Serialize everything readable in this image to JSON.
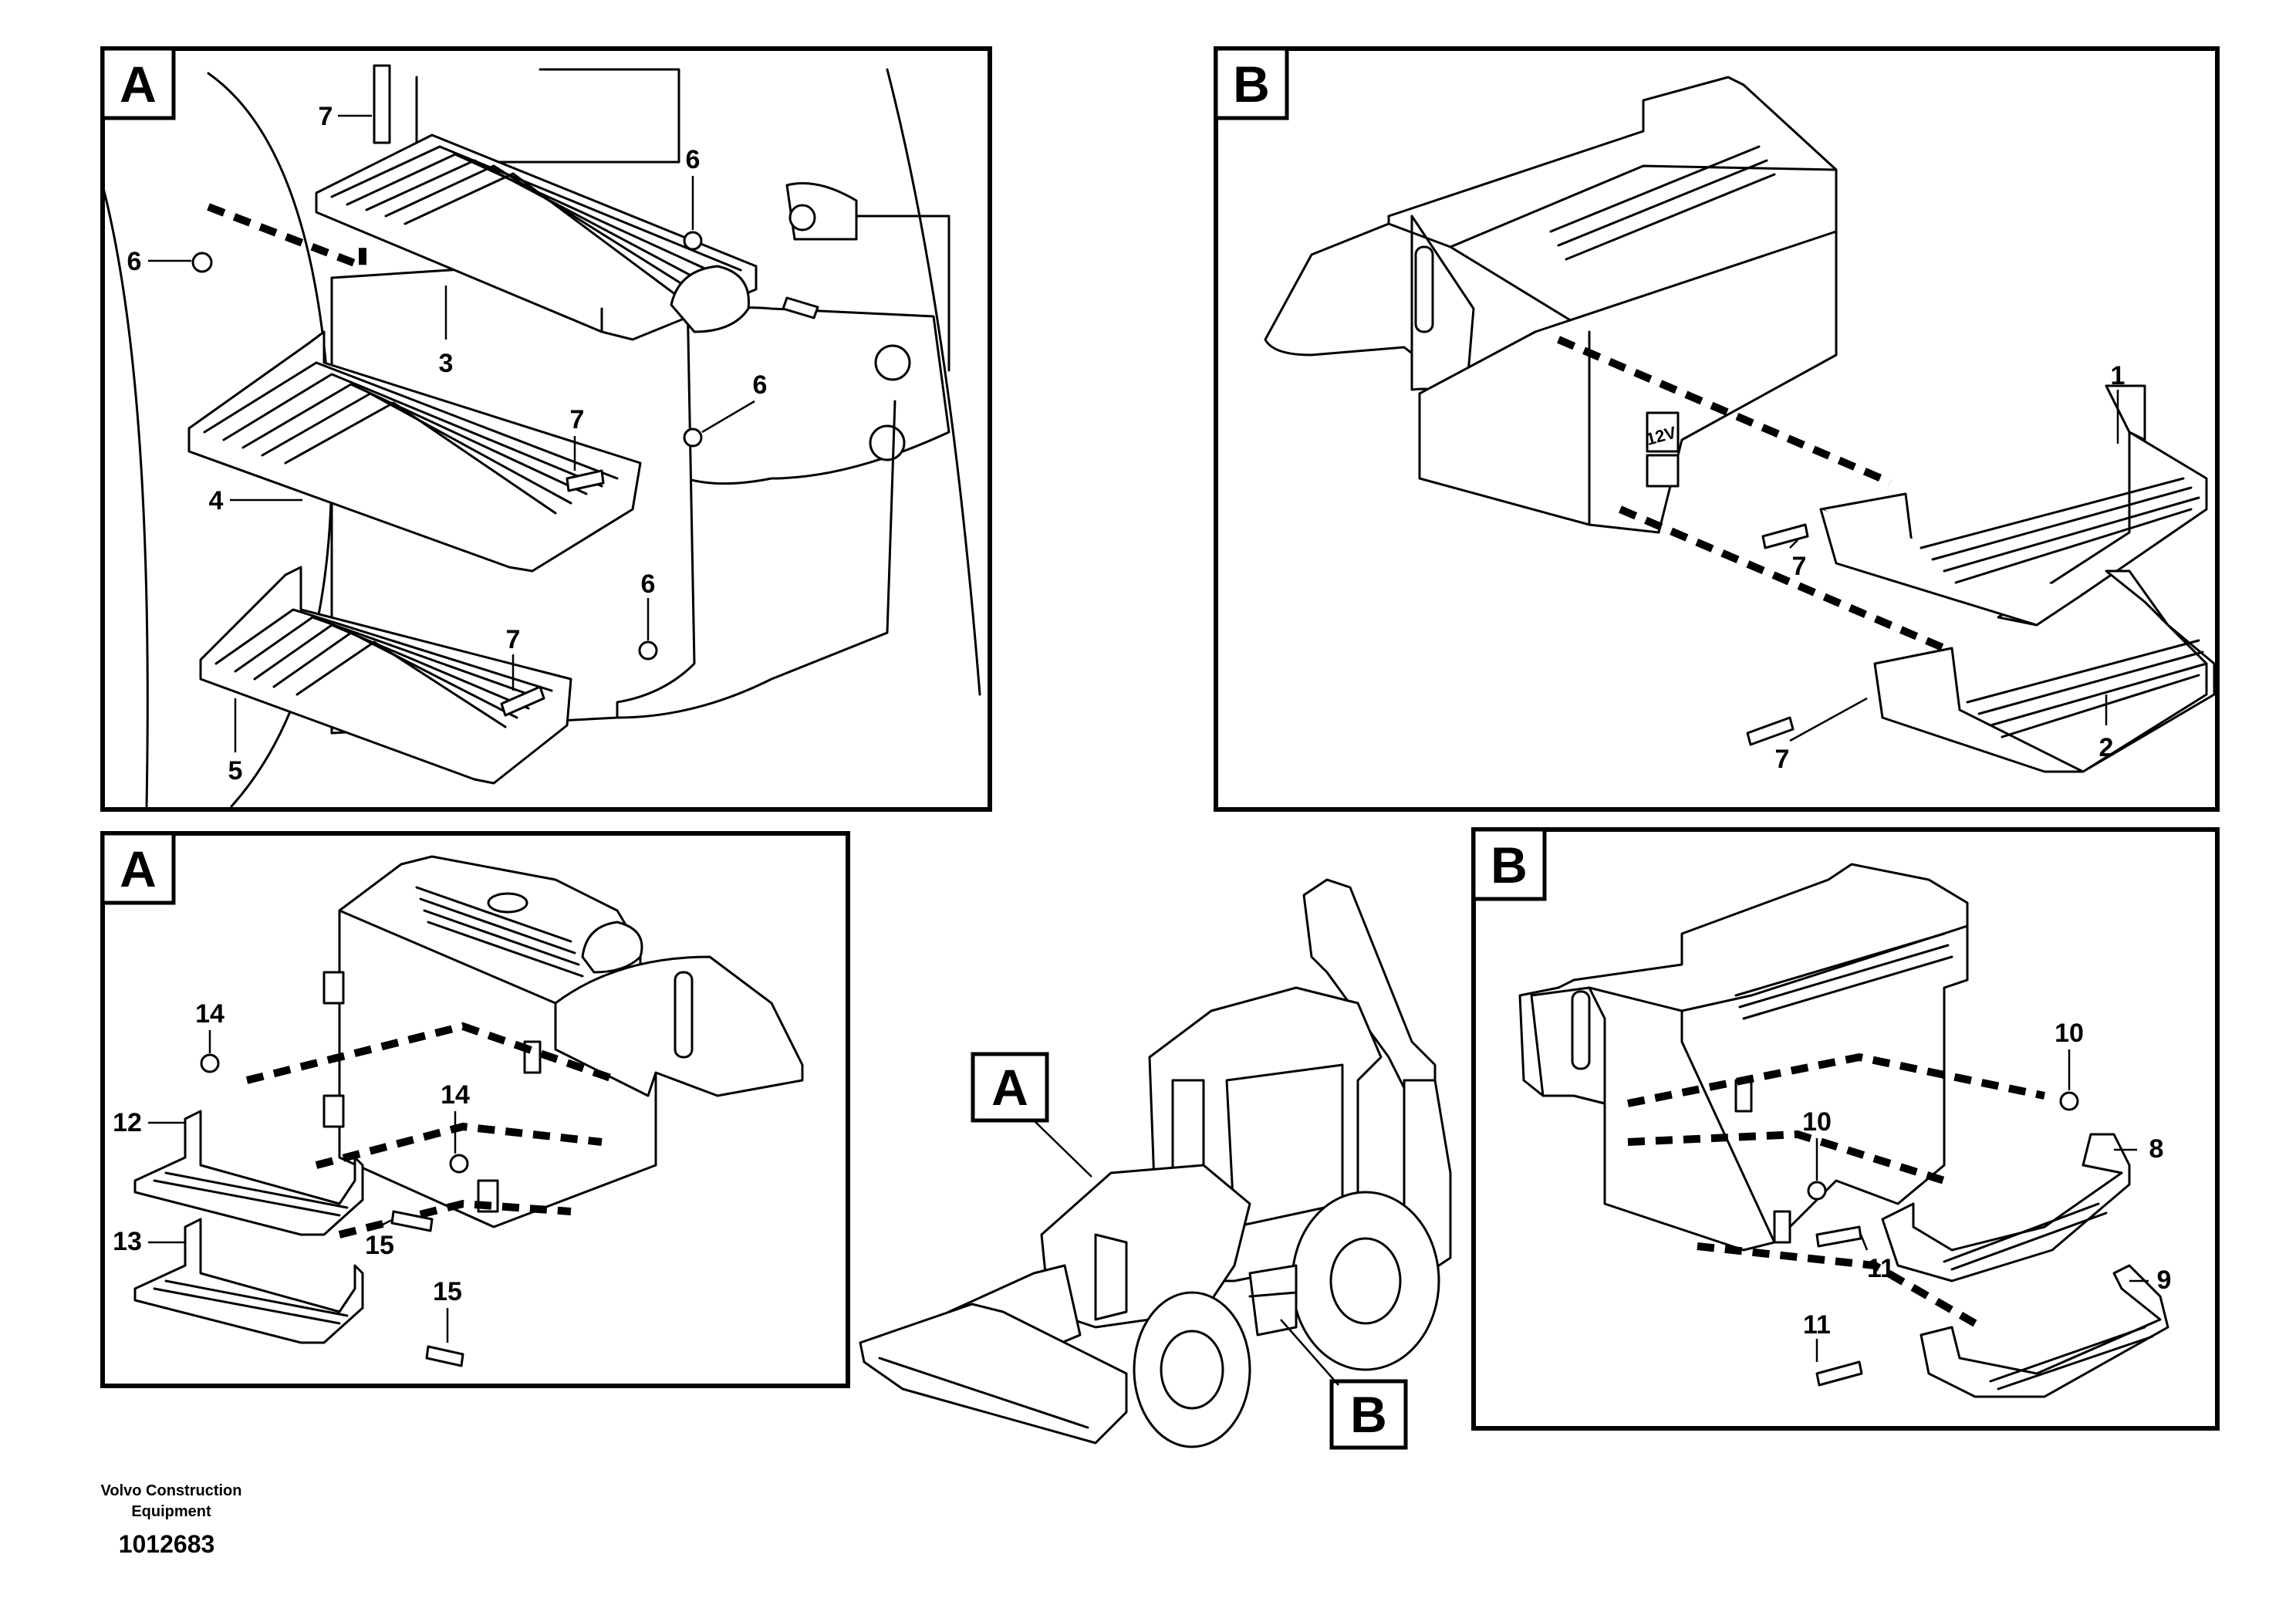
{
  "panels": [
    {
      "id": "top-left",
      "letter": "A",
      "callouts": [
        "7",
        "6",
        "6",
        "3",
        "6",
        "4",
        "7",
        "6",
        "7",
        "5"
      ]
    },
    {
      "id": "top-right",
      "letter": "B",
      "callouts": [
        "1",
        "7",
        "7",
        "2"
      ]
    },
    {
      "id": "bottom-left",
      "letter": "A",
      "callouts": [
        "14",
        "12",
        "14",
        "15",
        "13",
        "15"
      ]
    },
    {
      "id": "bottom-right",
      "letter": "B",
      "callouts": [
        "10",
        "10",
        "8",
        "11",
        "9",
        "11"
      ]
    }
  ],
  "machine_labels": {
    "a": "A",
    "b": "B"
  },
  "battery_box_label": "12V",
  "footer": {
    "company_line1": "Volvo Construction",
    "company_line2": "Equipment",
    "drawing_number": "1012683"
  }
}
